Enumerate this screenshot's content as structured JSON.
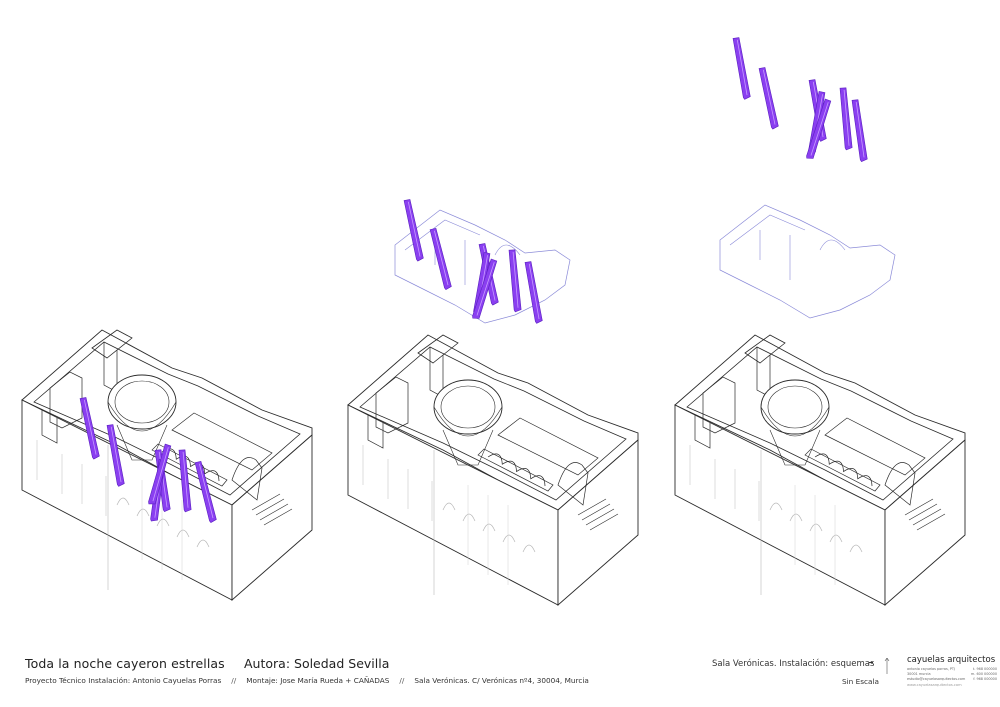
{
  "sheet": {
    "title": "Toda la noche cayeron estrellas",
    "author": "Autora: Soledad Sevilla",
    "credits": [
      "Proyecto Técnico Instalación: Antonio Cayuelas Porras",
      "Montaje: Jose María Rueda + CAÑADAS",
      "Sala Verónicas. C/ Verónicas nº4, 30004, Murcia"
    ],
    "separator": "//",
    "subtitle": "Sala Verónicas. Instalación: esquemas",
    "scale_note": "Sin Escala"
  },
  "studio": {
    "name": "cayuelas arquitectos",
    "line1_left": "antonio cayuelas porras, PTJ",
    "line1_right": "t. 968 000000",
    "line2_left": "30001 murcia",
    "line2_right": "m. 600 000000",
    "line3_left": "estudio@cayuelasarquitectos.com",
    "line3_right": "f. 968 000000",
    "web": "www.cayuelasarquitectos.com"
  },
  "colors": {
    "wall_stroke": "#2b2b2b",
    "hidden_stroke": "#b8b8b8",
    "tube_fill": "#8a3ff0",
    "tube_edge": "#5a1fc0",
    "ghost_plan": "#8b8bd8"
  },
  "diagrams": [
    {
      "view": "axonometric-with-tubes-inside"
    },
    {
      "view": "axonometric-with-tubes-raised"
    },
    {
      "view": "axonometric-with-tubes-fully-raised"
    }
  ]
}
